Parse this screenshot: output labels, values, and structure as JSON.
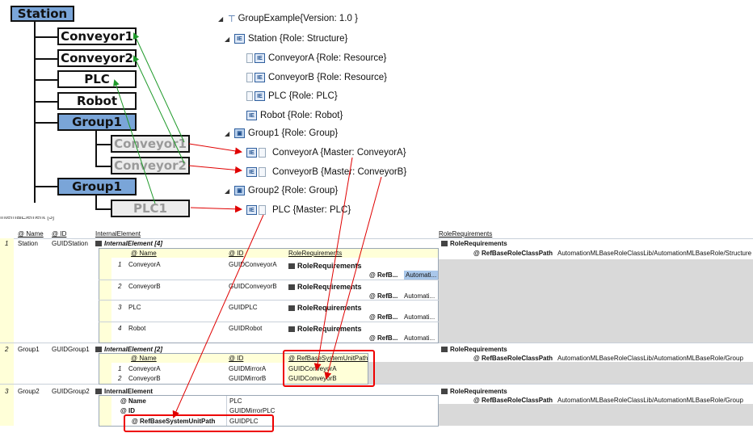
{
  "diagram": {
    "nodes": {
      "station": "Station",
      "conveyor1": "Conveyor1",
      "conveyor2": "Conveyor2",
      "plc": "PLC",
      "robot": "Robot",
      "group1": "Group1",
      "g1_conveyor1": "Conveyor1",
      "g1_conveyor2": "Conveyor2",
      "group2": "Group1",
      "g2_plc1": "PLC1"
    },
    "tree": [
      "GroupExample{Version: 1.0 }",
      "Station {Role:  Structure}",
      "ConveyorA {Role:  Resource}",
      "ConveyorB {Role:  Resource}",
      "PLC {Role:  PLC}",
      "Robot {Role:  Robot}",
      "Group1 {Role:  Group}",
      "ConveyorA {Master: ConveyorA}",
      "ConveyorB {Master: ConveyorB}",
      "Group2 {Role:  Group}",
      "PLC {Master: PLC}"
    ],
    "colors": {
      "node_blue": "#7aa5d8",
      "node_grey": "#ececec",
      "green_arrow": "#1f9a2a",
      "red_arrow": "#e00000",
      "selection_yellow": "#ffffc8"
    }
  },
  "table": {
    "partial_header": "InternalElement [3]",
    "headers": {
      "name": "@ Name",
      "id": "@ ID",
      "internal_element": "InternalElement",
      "role_requirements": "RoleRequirements"
    },
    "rows": [
      {
        "num": "1",
        "name": "Station",
        "id": "GUIDStation"
      },
      {
        "num": "2",
        "name": "Group1",
        "id": "GUIDGroup1"
      },
      {
        "num": "3",
        "name": "Group2",
        "id": "GUIDGroup2"
      }
    ],
    "station": {
      "ie_label": "InternalElement [4]",
      "sub_name_header": "@ Name",
      "sub_id_header": "@ ID",
      "sub_rr_header": "RoleRequirements",
      "sub_rows": [
        {
          "num": "1",
          "name": "ConveyorA",
          "id": "GUIDConveyorA"
        },
        {
          "num": "2",
          "name": "ConveyorB",
          "id": "GUIDConveyorB"
        },
        {
          "num": "3",
          "name": "PLC",
          "id": "GUIDPLC"
        },
        {
          "num": "4",
          "name": "Robot",
          "id": "GUIDRobot"
        }
      ],
      "rr_label": "RoleRequirements",
      "refb_label": "@ RefB...",
      "refb_value": "Automati...",
      "role_req_label": "RoleRequirements",
      "role_path_label": "@ RefBaseRoleClassPath",
      "role_path_value": "AutomationMLBaseRoleClassLib/AutomationMLBaseRole/Structure"
    },
    "group1": {
      "ie_label": "InternalElement [2]",
      "sub_name_header": "@ Name",
      "sub_id_header": "@ ID",
      "sub_ref_header": "@ RefBaseSystemUnitPath",
      "sub_rows": [
        {
          "num": "1",
          "name": "ConveyorA",
          "id": "GUIDMirrorA",
          "ref": "GUIDConveyorA"
        },
        {
          "num": "2",
          "name": "ConveyorB",
          "id": "GUIDMirrorB",
          "ref": "GUIDConveyorB"
        }
      ],
      "role_req_label": "RoleRequirements",
      "role_path_label": "@ RefBaseRoleClassPath",
      "role_path_value": "AutomationMLBaseRoleClassLib/AutomationMLBaseRole/Group"
    },
    "group2": {
      "ie_label": "InternalElement",
      "name_label": "@ Name",
      "name_value": "PLC",
      "id_label": "@ ID",
      "id_value": "GUIDMirrorPLC",
      "ref_label": "@ RefBaseSystemUnitPath",
      "ref_value": "GUIDPLC",
      "role_req_label": "RoleRequirements",
      "role_path_label": "@ RefBaseRoleClassPath",
      "role_path_value": "AutomationMLBaseRoleClassLib/AutomationMLBaseRole/Group"
    }
  }
}
